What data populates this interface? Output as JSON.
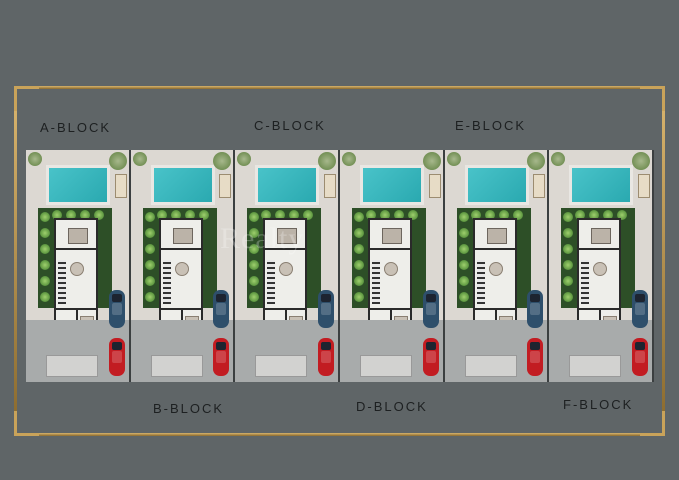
{
  "blocks": {
    "top": [
      "A-BLOCK",
      "C-BLOCK",
      "E-BLOCK"
    ],
    "bottom": [
      "B-BLOCK",
      "D-BLOCK",
      "F-BLOCK"
    ]
  },
  "units": [
    {
      "block": "A",
      "pool_color": "#2aa9b0",
      "car_top": "blue-car-icon",
      "car_bottom": "red-car-icon"
    },
    {
      "block": "B",
      "pool_color": "#2aa9b0",
      "car_top": "blue-car-icon",
      "car_bottom": "red-car-icon"
    },
    {
      "block": "C",
      "pool_color": "#2aa9b0",
      "car_top": "blue-car-icon",
      "car_bottom": "red-car-icon"
    },
    {
      "block": "D",
      "pool_color": "#2aa9b0",
      "car_top": "blue-car-icon",
      "car_bottom": "red-car-icon"
    },
    {
      "block": "E",
      "pool_color": "#2aa9b0",
      "car_top": "blue-car-icon",
      "car_bottom": "red-car-icon"
    },
    {
      "block": "F",
      "pool_color": "#2aa9b0",
      "car_top": "blue-car-icon",
      "car_bottom": "red-car-icon"
    }
  ],
  "colors": {
    "background": "#5f6567",
    "frame_gold": "#c9a35a",
    "pool": "#2aa9b0",
    "garden": "#2d4f27",
    "car_blue": "#2e4f6b",
    "car_red": "#c21c22"
  },
  "watermark": "Realty"
}
